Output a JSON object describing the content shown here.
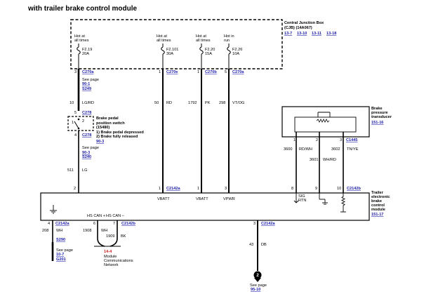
{
  "title": "with trailer brake control module",
  "cjb": {
    "name": "Central Junction Box",
    "part": "(CJB) (14A067)",
    "refs": [
      "13-7",
      "13-10",
      "13-11",
      "13-18"
    ]
  },
  "fuses": [
    {
      "hot1": "Hot at",
      "hot2": "all times",
      "id": "F2.19",
      "amp": "20A",
      "conn": "C270a",
      "pin": "3"
    },
    {
      "hot1": "Hot at",
      "hot2": "all times",
      "id": "F2.101",
      "amp": "30A",
      "conn": "C270e",
      "pin": "1"
    },
    {
      "hot1": "Hot at",
      "hot2": "all times",
      "id": "F2.20",
      "amp": "15A",
      "conn": "C270b",
      "pin": "1"
    },
    {
      "hot1": "Hot in",
      "hot2": "run",
      "id": "F2.26",
      "amp": "10A",
      "conn": "C270a",
      "pin": "5"
    }
  ],
  "seepage1": {
    "text": "See page",
    "page": "90-1",
    "splice": "S249"
  },
  "wire_lgrd": {
    "num": "10",
    "color": "LG/RD"
  },
  "wire_rd": {
    "num": "50",
    "color": "RD"
  },
  "wire_pk": {
    "num": "1792",
    "color": "PK"
  },
  "wire_vtog": {
    "num": "298",
    "color": "VT/OG"
  },
  "c278_top": {
    "pin": "5",
    "conn": "C278"
  },
  "switch": {
    "name1": "Brake pedal",
    "name2": "position switch",
    "part": "(15480)",
    "pin_top": "2",
    "pin_bottom": "4",
    "note1": "1) Brake pedal depressed",
    "note2": "2) Brake fully released",
    "ref": "90-3",
    "pos1": "1",
    "pos2": "2"
  },
  "c278_bottom": {
    "conn": "C278"
  },
  "seepage2": {
    "text": "See page",
    "page": "90-3",
    "splice": "S240"
  },
  "wire_lg": {
    "num": "511",
    "color": "LG"
  },
  "transducer": {
    "name1": "Brake",
    "name2": "pressure",
    "name3": "transducer",
    "ref": "151-16",
    "conn": "C1445",
    "pins": [
      "1",
      "2",
      "3"
    ]
  },
  "wire_rdwh": {
    "num": "3600",
    "color": "RD/WH"
  },
  "wire_whrd": {
    "num": "3601",
    "color": "WH/RD"
  },
  "wire_tnye": {
    "num": "3602",
    "color": "TN/YE"
  },
  "module": {
    "name1": "Trailer",
    "name2": "electronic",
    "name3": "brake",
    "name4": "control",
    "name5": "module",
    "ref": "151-17",
    "top_conn": "C2142a",
    "top_conn_b": "C2142b",
    "top_pins": [
      "2",
      "1",
      "1",
      "3",
      "8",
      "9",
      "10"
    ],
    "labels": [
      "VBATT",
      "VBATT",
      "VPWR",
      "SIG",
      "RTN"
    ]
  },
  "bottom": {
    "pin_a": "4",
    "conn_a": "C2142a",
    "wire_wh": {
      "num": "208",
      "color": "WH"
    },
    "splice_a": "S290",
    "seepage_a": {
      "text": "See page",
      "page": "10-7",
      "ground": "G201"
    },
    "hs_can_plus": "HS CAN +",
    "hs_can_minus": "HS CAN –",
    "pin_6": "6",
    "pin_7": "7",
    "conn_b": "C2142b",
    "wire_1908": {
      "num": "1908",
      "color": "WH"
    },
    "wire_1909": {
      "num": "1909",
      "color": "BK"
    },
    "network_ref": "14-4",
    "network1": "Module",
    "network2": "Communications",
    "network3": "Network",
    "pin_3": "3",
    "conn_c": "C2142a",
    "wire_db": {
      "num": "43",
      "color": "DB"
    },
    "arrow": "2",
    "seepage_c": {
      "text": "See page",
      "page": "95-10"
    }
  }
}
